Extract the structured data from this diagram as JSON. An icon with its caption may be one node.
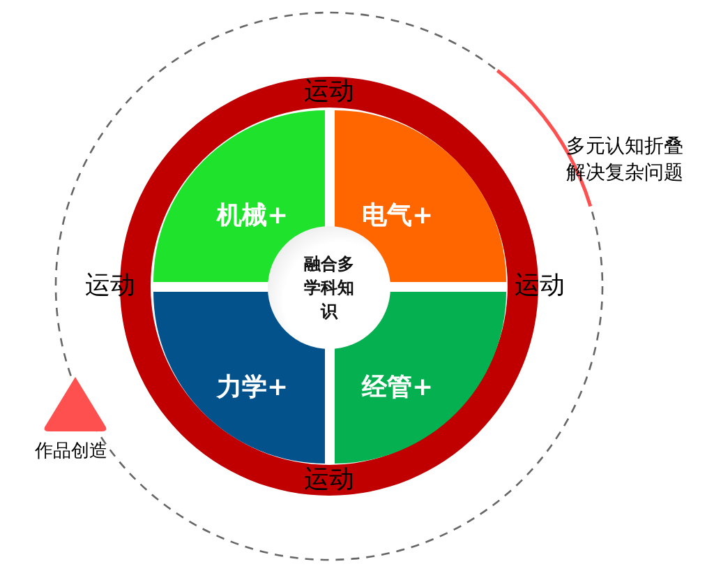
{
  "diagram": {
    "nodes": [
      {
        "text": [
          "运动",
          "运动",
          "运动",
          "运动"
        ]
      },
      {
        "text": [
          "机械+"
        ],
        "in": 0
      },
      {
        "text": [
          "电气+"
        ],
        "in": 0
      },
      {
        "text": [
          "力学+"
        ],
        "in": 0
      },
      {
        "text": [
          "经管+"
        ],
        "in": 0
      },
      {
        "text": [
          "融合多学科知识"
        ],
        "in": 0
      },
      {
        "text": [],
        "shape": "triangle",
        "beside": [
          "作品创造"
        ]
      }
    ],
    "edges": [],
    "labels": [
      "多元认知折叠解决复杂问题"
    ]
  }
}
